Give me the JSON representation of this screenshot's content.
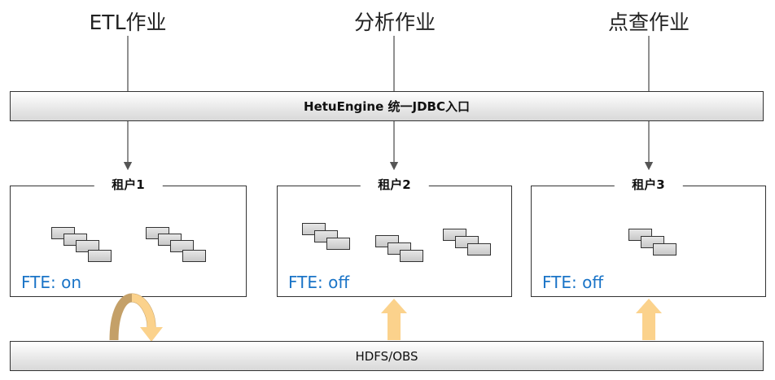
{
  "jobs": [
    {
      "label": "ETL作业"
    },
    {
      "label": "分析作业"
    },
    {
      "label": "点查作业"
    }
  ],
  "gateway": {
    "label": "HetuEngine 统一JDBC入口"
  },
  "tenants": [
    {
      "title": "租户1",
      "fte": "FTE: on",
      "task_groups": 2
    },
    {
      "title": "租户2",
      "fte": "FTE: off",
      "task_groups": 3
    },
    {
      "title": "租户3",
      "fte": "FTE: off",
      "task_groups": 1
    }
  ],
  "storage": {
    "label": "HDFS/OBS"
  },
  "colors": {
    "fte_text": "#1a74c7",
    "arrow_light": "#fbd28c",
    "arrow_loop_dark": "#c4a068",
    "connector": "#555555",
    "task_fill": "#d4d4d4"
  }
}
